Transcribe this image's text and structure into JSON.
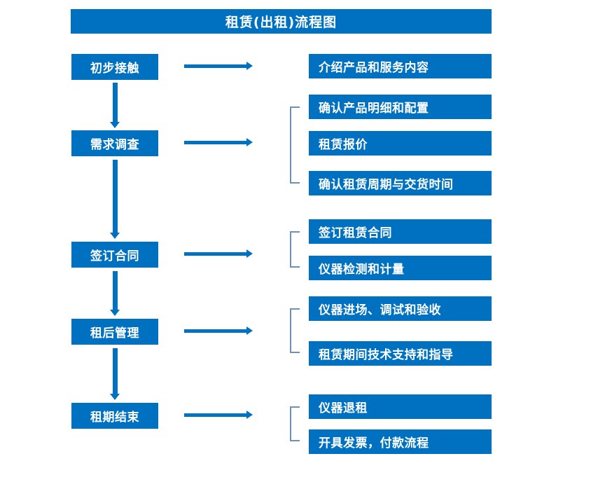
{
  "chart_data": {
    "type": "diagram",
    "title": "租赁(出租)流程图",
    "stages": [
      {
        "label": "初步接触",
        "details": [
          "介绍产品和服务内容"
        ],
        "grouped": false
      },
      {
        "label": "需求调查",
        "details": [
          "确认产品明细和配置",
          "租赁报价",
          "确认租赁周期与交货时间"
        ],
        "grouped": true
      },
      {
        "label": "签订合同",
        "details": [
          "签订租赁合同",
          "仪器检测和计量"
        ],
        "grouped": true
      },
      {
        "label": "租后管理",
        "details": [
          "仪器进场、调试和验收",
          "租赁期间技术支持和指导"
        ],
        "grouped": true
      },
      {
        "label": "租期结束",
        "details": [
          "仪器退租",
          "开具发票，付款流程"
        ],
        "grouped": true
      }
    ],
    "accent_color": "#0070c0",
    "bracket_color": "#6f8fb4",
    "text_color": "#ffffff",
    "background_color": "#ffffff"
  },
  "header": {
    "title": "租赁(出租)流程图"
  },
  "stages": [
    {
      "label": "初步接触"
    },
    {
      "label": "需求调查"
    },
    {
      "label": "签订合同"
    },
    {
      "label": "租后管理"
    },
    {
      "label": "租期结束"
    }
  ],
  "details": [
    {
      "label": "介绍产品和服务内容"
    },
    {
      "label": "确认产品明细和配置"
    },
    {
      "label": "租赁报价"
    },
    {
      "label": "确认租赁周期与交货时间"
    },
    {
      "label": "签订租赁合同"
    },
    {
      "label": "仪器检测和计量"
    },
    {
      "label": "仪器进场、调试和验收"
    },
    {
      "label": "租赁期间技术支持和指导"
    },
    {
      "label": "仪器退租"
    },
    {
      "label": "开具发票，付款流程"
    }
  ]
}
